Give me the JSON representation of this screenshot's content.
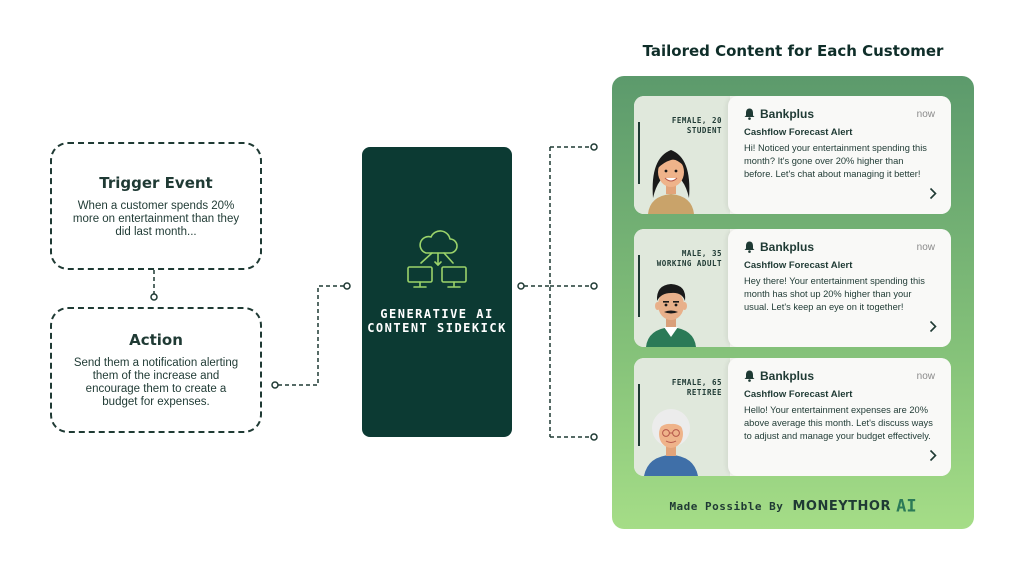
{
  "trigger": {
    "title": "Trigger Event",
    "description": "When a customer spends 20% more on entertainment than they did last month..."
  },
  "action": {
    "title": "Action",
    "description": "Send them a notification alerting them of the increase and encourage them to create a budget for expenses."
  },
  "sidekick": {
    "title": "GENERATIVE AI CONTENT SIDEKICK",
    "icon": "cloud-network-icon"
  },
  "panel": {
    "heading": "Tailored Content for Each Customer",
    "footer": {
      "prefix": "Made Possible By",
      "brand": "MONEYTHOR",
      "suffix": "AI"
    },
    "cards": [
      {
        "persona_line1": "FEMALE, 20",
        "persona_line2": "STUDENT",
        "brand": "Bankplus",
        "time": "now",
        "alert_title": "Cashflow Forecast Alert",
        "message": "Hi! Noticed your entertainment spending this month? It's gone over 20% higher than before. Let's chat about managing it better!"
      },
      {
        "persona_line1": "MALE, 35",
        "persona_line2": "WORKING ADULT",
        "brand": "Bankplus",
        "time": "now",
        "alert_title": "Cashflow Forecast Alert",
        "message": "Hey there! Your entertainment spending this month has shot up 20% higher than your usual. Let's keep an eye on it together!"
      },
      {
        "persona_line1": "FEMALE, 65",
        "persona_line2": "RETIREE",
        "brand": "Bankplus",
        "time": "now",
        "alert_title": "Cashflow Forecast Alert",
        "message": "Hello! Your entertainment expenses are 20% above average this month. Let's discuss ways to adjust and manage your budget effectively."
      }
    ]
  },
  "colors": {
    "dark_green": "#0c3a33",
    "panel_top": "#5c9a6c",
    "panel_bottom": "#a5dd87",
    "accent": "#2b7a57"
  }
}
